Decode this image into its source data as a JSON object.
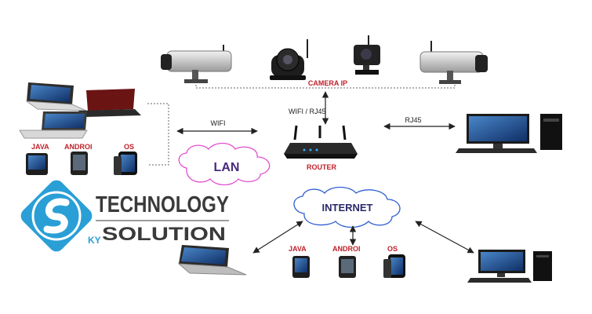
{
  "labels": {
    "camera_ip": "CAMERA IP",
    "wifi_rj45": "WIFI / RJ45",
    "wifi": "WIFI",
    "rj45": "RJ45",
    "router": "ROUTER",
    "lan": "LAN",
    "internet": "INTERNET"
  },
  "phones_top": [
    "JAVA",
    "ANDROI",
    "OS"
  ],
  "phones_bottom": [
    "JAVA",
    "ANDROI",
    "OS"
  ],
  "logo": {
    "line1": "TECHNOLOGY",
    "line2": "SOLUTION",
    "mark_text": "KY"
  },
  "colors": {
    "label_red": "#c0202a",
    "logo_blue": "#2a9fd6",
    "logo_dark": "#3a3a3a",
    "cloud_pink": "#e14fd0",
    "cloud_blue": "#2f5fd0"
  },
  "icons": [
    "ip-camera-icon",
    "laptop-icon",
    "smartphone-icon",
    "router-icon",
    "desktop-computer-icon",
    "cloud-icon"
  ]
}
